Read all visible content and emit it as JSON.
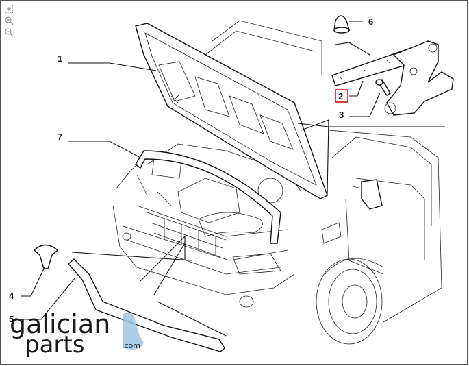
{
  "toolbar": {
    "items": [
      {
        "name": "fit-to-screen",
        "icon": "fit-icon"
      },
      {
        "name": "zoom-in",
        "icon": "zoom-in-icon"
      },
      {
        "name": "zoom-out",
        "icon": "zoom-out-icon"
      }
    ]
  },
  "callouts": {
    "c1": "1",
    "c2": "2",
    "c3": "3",
    "c4": "4",
    "c5": "5",
    "c6": "6",
    "c7": "7"
  },
  "highlight_color": "#cc0000",
  "logo": {
    "line1": "galician",
    "line2": "parts",
    "suffix": ".com",
    "accent_color": "#9cc4e4"
  }
}
